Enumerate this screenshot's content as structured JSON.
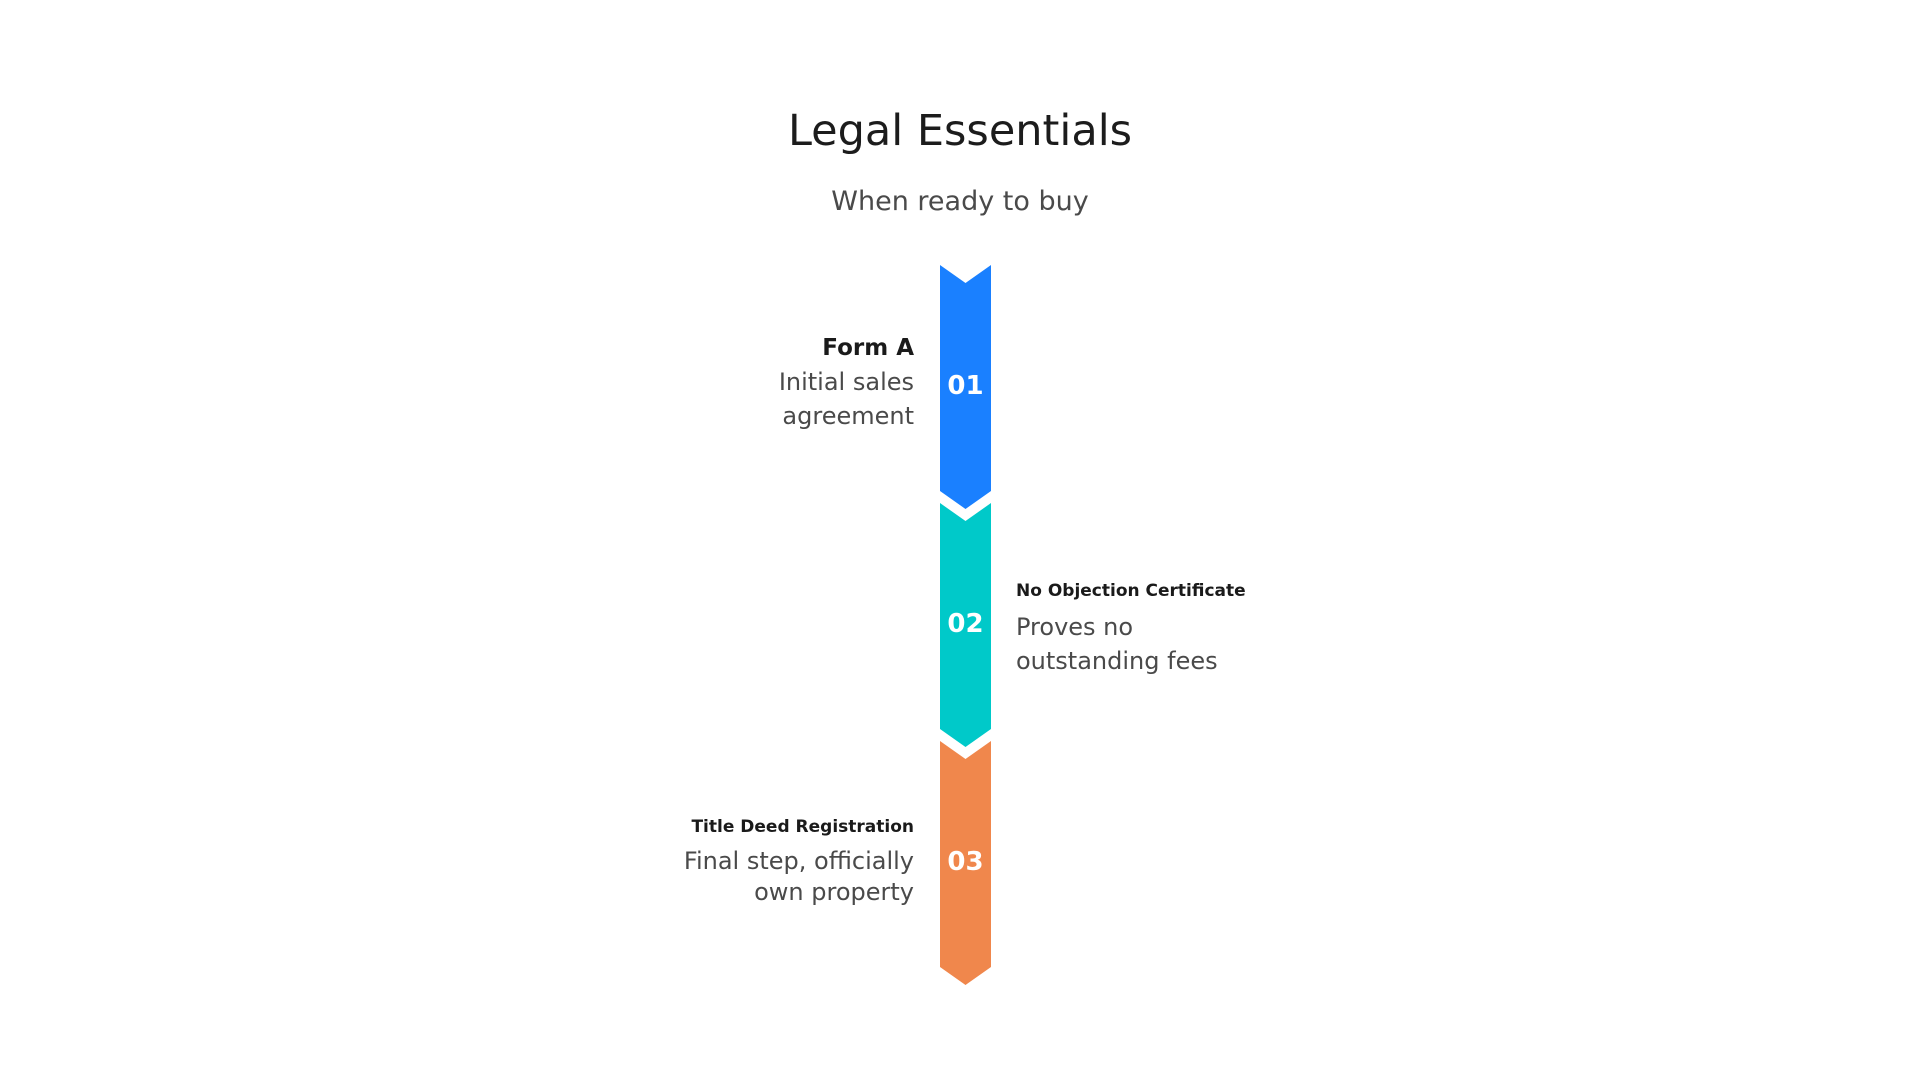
{
  "title": "Legal Essentials",
  "subtitle": "When ready to buy",
  "steps": [
    {
      "number": "01",
      "title": "Form A",
      "description_lines": [
        "Initial sales",
        "agreement"
      ],
      "color": "#1A80FF",
      "side": "left"
    },
    {
      "number": "02",
      "title": "No Objection Certificate",
      "description_lines": [
        "Proves no",
        "outstanding fees"
      ],
      "color": "#00C9C9",
      "side": "right"
    },
    {
      "number": "03",
      "title": "Title Deed Registration",
      "description_lines": [
        "Final step, officially",
        "own property"
      ],
      "color": "#F0874C",
      "side": "left"
    }
  ]
}
